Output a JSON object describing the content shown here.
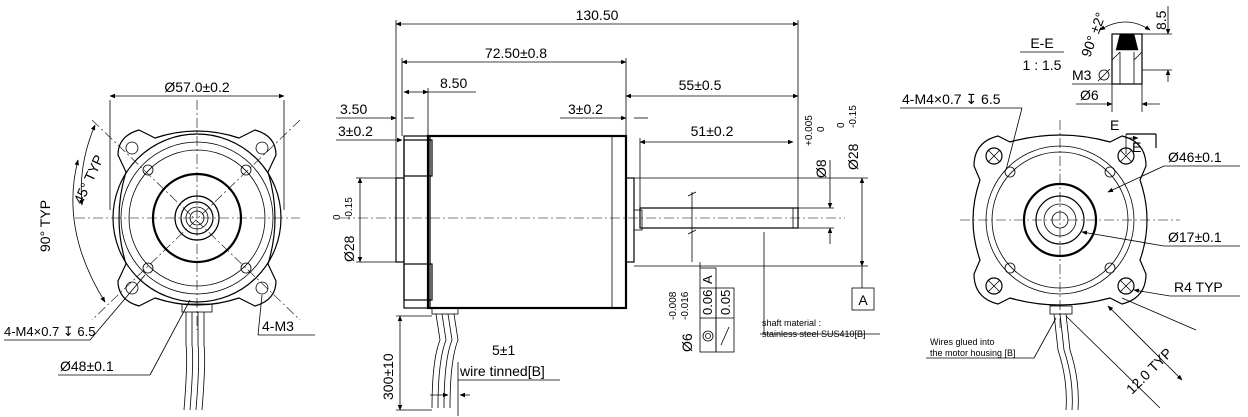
{
  "front_view": {
    "outer_dia": "Ø57.0±0.2",
    "angle_45": "45° TYP",
    "angle_90": "90° TYP",
    "holes": "4-M4×0.7 ↧ 6.5",
    "bolt_circle": "Ø48±0.1",
    "mount_holes": "4-M3"
  },
  "side_view": {
    "total_length": "130.50",
    "body_length": "72.50±0.8",
    "offset_850": "8.50",
    "offset_350": "3.50",
    "flange_3": "3±0.2",
    "boss_3": "3±0.2",
    "shaft_55": "55±0.5",
    "shaft_51": "51±0.2",
    "pilot_left": "Ø28",
    "pilot_left_tol_upper": "0",
    "pilot_left_tol_lower": "-0.15",
    "shaft_dia": "Ø8",
    "shaft_tol_upper": "+0.005",
    "shaft_tol_lower": "0",
    "pilot_right": "Ø28",
    "pilot_right_tol_upper": "0",
    "pilot_right_tol_lower": "-0.15",
    "datum": "A",
    "lead_length": "300±10",
    "wire_tin": "5±1",
    "wire_tin_note": "wire tinned[B]",
    "shaft_material_1": "shaft material :",
    "shaft_material_2": "stainless steel SUS410[B]"
  },
  "tolerance_block": {
    "dia": "Ø6",
    "tol_upper": "-0.008",
    "tol_lower": "-0.016",
    "datum": "A",
    "cyl_value": "0.06",
    "runout_value": "0.05"
  },
  "rear_view": {
    "holes": "4-M4×0.7 ↧ 6.5",
    "dia_46": "Ø46±0.1",
    "dia_17": "Ø17±0.1",
    "radius": "R4 TYP",
    "dim_12": "12.0 TYP",
    "section_mark": "E",
    "wires_note_1": "Wires glued into",
    "wires_note_2": "the motor housing [B]"
  },
  "section_view": {
    "title": "E-E",
    "scale": "1 : 1.5",
    "angle": "90° ±2°",
    "depth": "8.5",
    "thread": "M3",
    "dia": "Ø6"
  }
}
